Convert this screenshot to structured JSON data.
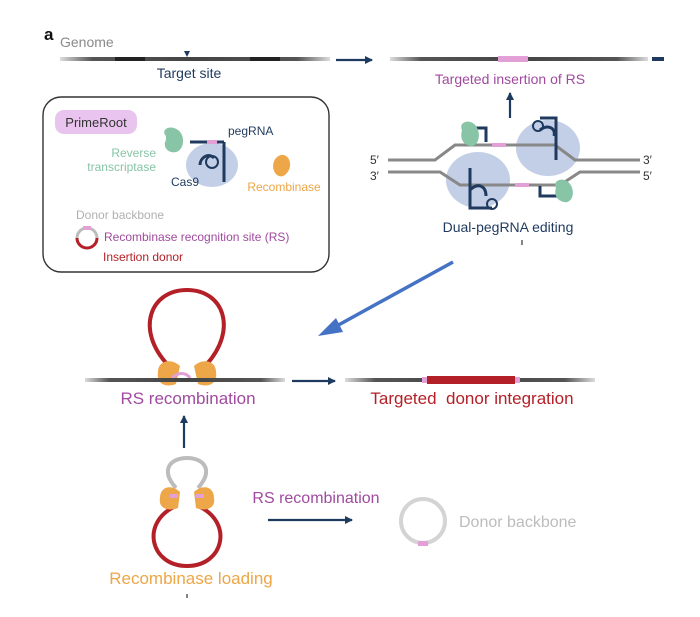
{
  "panel_letter": "a",
  "genome_label": "Genome",
  "target_site_label": "Target site",
  "targeted_insertion_label": "Targeted insertion of RS",
  "legend": {
    "badge": "PrimeRoot",
    "pegrna": "pegRNA",
    "reverse_transcriptase_line1": "Reverse",
    "reverse_transcriptase_line2": "transcriptase",
    "cas9": "Cas9",
    "recombinase": "Recombinase",
    "donor_backbone": "Donor backbone",
    "rs_site": "Recombinase recognition site (RS)",
    "insertion_donor": "Insertion donor"
  },
  "strand_labels": {
    "left_top": "5′",
    "left_bottom": "3′",
    "right_top": "3′",
    "right_bottom": "5′"
  },
  "dual_pegrna_label": "Dual-pegRNA editing",
  "rs_recombination_main": "RS recombination",
  "targeted_donor_integration": "Targeted  donor integration",
  "rs_recombination_lower": "RS recombination",
  "donor_backbone_product": "Donor backbone",
  "recombinase_loading": "Recombinase loading",
  "colors": {
    "navy": "#1f3a5f",
    "purple": "#a04a9e",
    "pink": "#e2a0d6",
    "green": "#88c4a6",
    "orange": "#eda648",
    "red": "#b42027",
    "gray": "#bcbcbc",
    "blue_arrow": "#4472c4",
    "cas9_blue": "#c3cfe6"
  }
}
